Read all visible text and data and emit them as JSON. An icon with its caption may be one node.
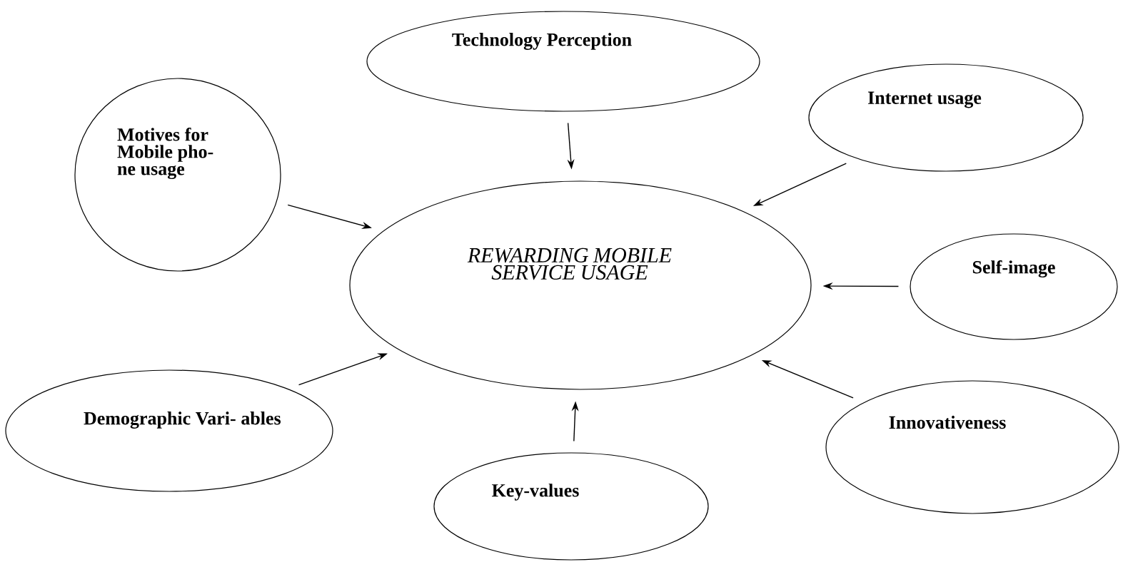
{
  "diagram": {
    "nodes": [
      {
        "text": [
          "REWARDING MOBILE SERVICE USAGE"
        ]
      },
      {
        "text": [
          "Technology Perception"
        ]
      },
      {
        "text": [
          "Motives for Mobile pho- ne usage"
        ]
      },
      {
        "text": [
          "Internet usage"
        ]
      },
      {
        "text": [
          "Self-image"
        ]
      },
      {
        "text": [
          "Demographic Vari- ables"
        ]
      },
      {
        "text": [
          "Innovativeness"
        ]
      },
      {
        "text": [
          "Key-values"
        ]
      }
    ],
    "edges": [
      {
        "from": 1,
        "to": 0,
        "arrow": "to"
      },
      {
        "from": 2,
        "to": 0,
        "arrow": "to"
      },
      {
        "from": 3,
        "to": 0,
        "arrow": "to"
      },
      {
        "from": 4,
        "to": 0,
        "arrow": "to"
      },
      {
        "from": 5,
        "to": 0,
        "arrow": "to"
      },
      {
        "from": 6,
        "to": 0,
        "arrow": "to"
      },
      {
        "from": 7,
        "to": 0,
        "arrow": "to"
      }
    ]
  }
}
